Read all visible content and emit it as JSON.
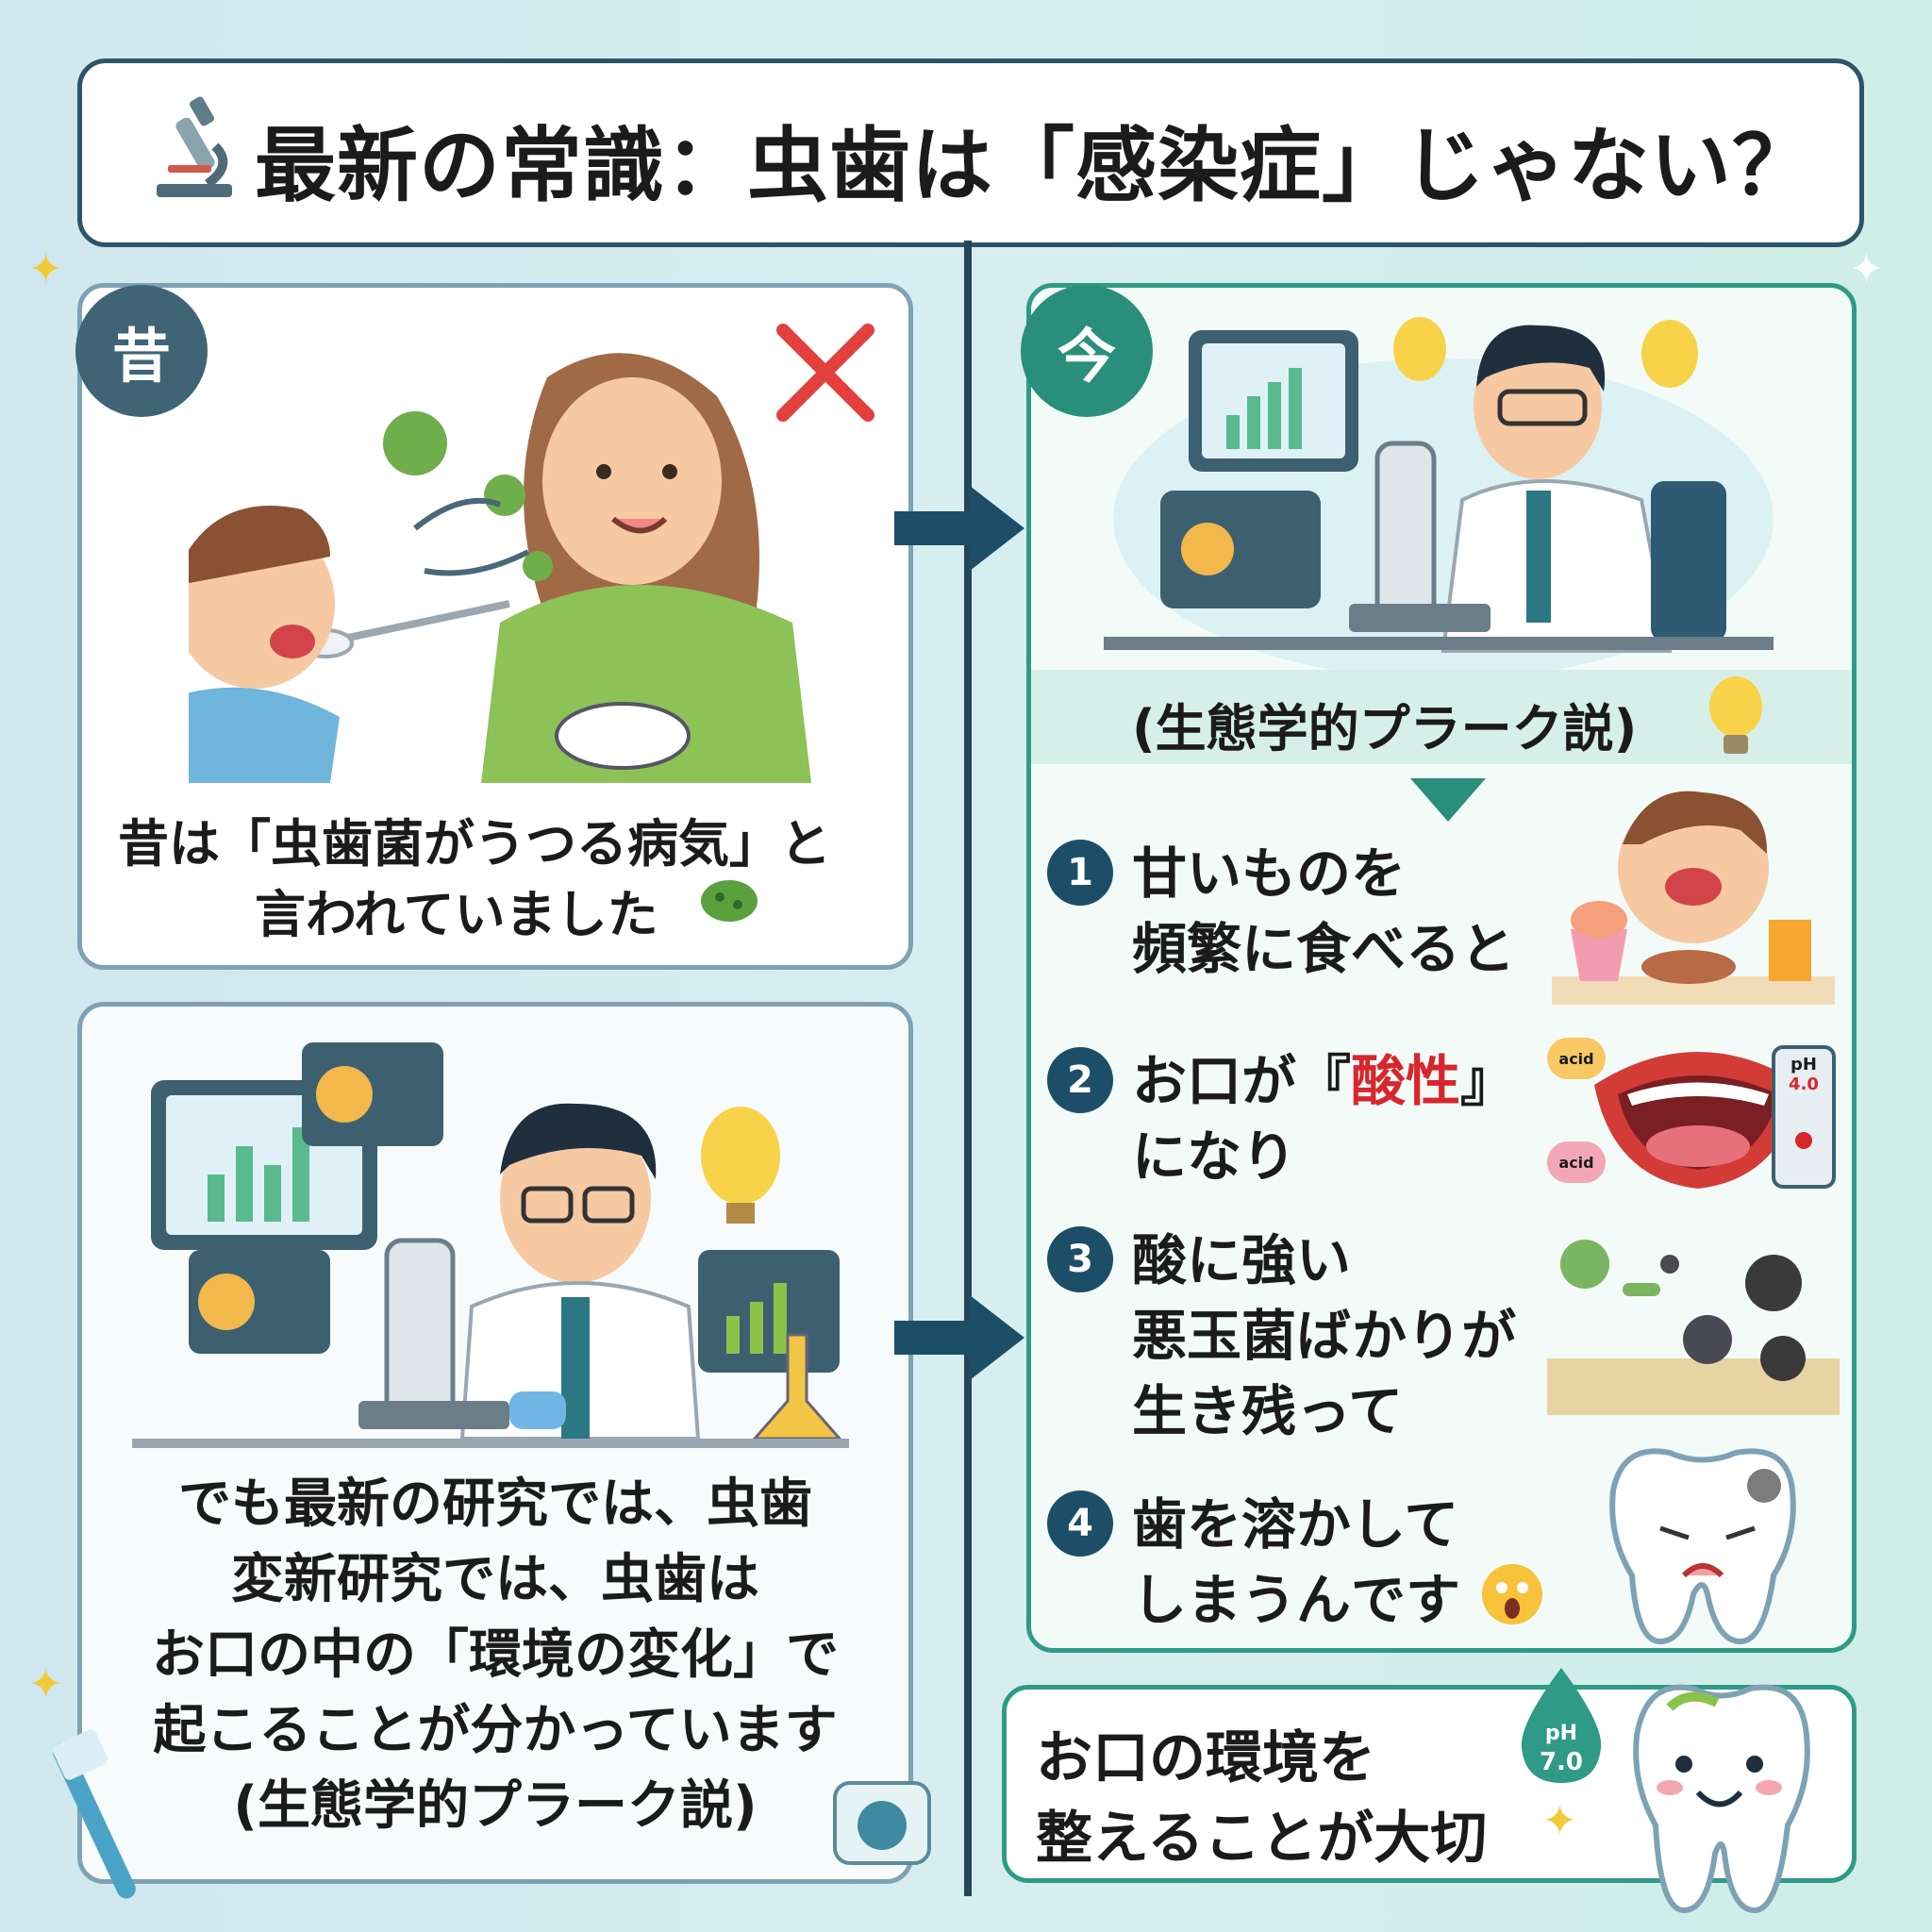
{
  "title": "最新の常識：虫歯は「感染症」じゃない？",
  "old_panel": {
    "badge": "昔",
    "caption_line1": "昔は「虫歯菌がうつる病気」と",
    "caption_line2": "言われていました"
  },
  "research_panel": {
    "caption_line1": "でも最新の研究では、虫歯",
    "caption_line2": "変新研究では、虫歯は",
    "caption_line3": "お口の中の「環境の変化」で",
    "caption_line4": "起こることが分かっています",
    "caption_line5": "(生態学的プラーク説)"
  },
  "now_panel": {
    "badge": "今",
    "theory_label": "(生態学的プラーク説)",
    "steps": [
      {
        "number": "1",
        "text": "甘いものを\n頻繁に食べると"
      },
      {
        "number": "2",
        "text_a": "お口が『",
        "text_acid": "酸性",
        "text_b": "』\nになり"
      },
      {
        "number": "3",
        "text": "酸に強い\n悪玉菌ばかりが\n生き残って"
      },
      {
        "number": "4",
        "text": "歯を溶かして\nしまうんです"
      }
    ],
    "acid_label_1": "acid",
    "acid_label_2": "acid",
    "ph_meter_label": "pH",
    "ph_meter_value": "4.0"
  },
  "conclusion": {
    "line1": "お口の環境を",
    "line2": "整えることが大切",
    "ph_label": "pH",
    "ph_value": "7.0"
  },
  "colors": {
    "navy": "#1d4e67",
    "teal_badge": "#2a8f7a",
    "slate_badge": "#3e6475",
    "acid_red": "#d8262c",
    "panel_border_teal": "#2f9a86",
    "panel_border_blue": "#6f98ad"
  }
}
